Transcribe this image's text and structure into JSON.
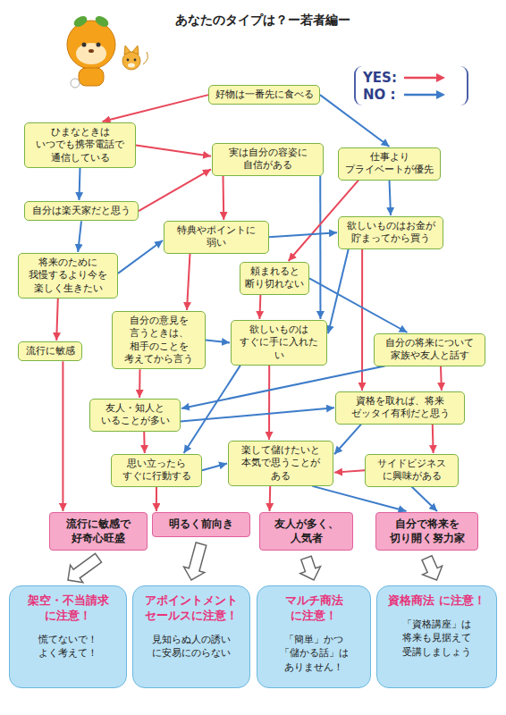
{
  "diagram": {
    "title": "あなたのタイプは？ー若者編ー",
    "nodes": [
      {
        "text": [
          "好物は一番先に食べる"
        ]
      },
      {
        "text": [
          "ひまなときは いつでも携帯電話で 通信している"
        ]
      },
      {
        "text": [
          "実は自分の容姿に 自信がある"
        ]
      },
      {
        "text": [
          "仕事より プライベートが優先"
        ]
      },
      {
        "text": [
          "自分は楽天家だと思う"
        ]
      },
      {
        "text": [
          "特典やポイントに 弱い"
        ]
      },
      {
        "text": [
          "欲しいものはお金が 貯まってから買う"
        ]
      },
      {
        "text": [
          "将来のために 我慢するより今を 楽しく生きたい"
        ]
      },
      {
        "text": [
          "頼まれると 断り切れない"
        ]
      },
      {
        "text": [
          "流行に敏感"
        ]
      },
      {
        "text": [
          "自分の意見を 言うときは、 相手のことを 考えてから言う"
        ]
      },
      {
        "text": [
          "欲しいものは すぐに手に入れたい"
        ]
      },
      {
        "text": [
          "自分の将来について 家族や友人と話す"
        ]
      },
      {
        "text": [
          "友人・知人と いることが多い"
        ]
      },
      {
        "text": [
          "資格を取れば、将来 ゼッタイ有利だと思う"
        ]
      },
      {
        "text": [
          "思い立ったら すぐに行動する"
        ]
      },
      {
        "text": [
          "楽して儲けたいと 本気で思うことが ある"
        ]
      },
      {
        "text": [
          "サイドビジネス に興味がある"
        ]
      },
      {
        "text": [
          "流行に敏感で 好奇心旺盛"
        ]
      },
      {
        "text": [
          "明るく前向き"
        ]
      },
      {
        "text": [
          "友人が多く、 人気者"
        ]
      },
      {
        "text": [
          "自分で将来を 切り開く努力家"
        ]
      },
      {
        "text": [
          "架空・不当請求 に注意！",
          "慌てないで！ よく考えて！"
        ]
      },
      {
        "text": [
          "アポイントメント セールスに注意！",
          "見知らぬ人の誘い に安易にのらない"
        ]
      },
      {
        "text": [
          "マルチ商法 に注意！",
          "「簡単」かつ 「儲かる話」は ありません！"
        ]
      },
      {
        "text": [
          "資格商法 に注意！",
          "「資格講座」は 将来も見据えて 受講しましょう"
        ]
      }
    ],
    "edges": [
      {
        "from": 0,
        "to": 1,
        "arrow": "to"
      },
      {
        "from": 0,
        "to": 3,
        "arrow": "to"
      },
      {
        "from": 1,
        "to": 2,
        "arrow": "to"
      },
      {
        "from": 1,
        "to": 4,
        "arrow": "to"
      },
      {
        "from": 2,
        "to": 5,
        "arrow": "to"
      },
      {
        "from": 2,
        "to": 11,
        "arrow": "to"
      },
      {
        "from": 3,
        "to": 8,
        "arrow": "to"
      },
      {
        "from": 3,
        "to": 6,
        "arrow": "to"
      },
      {
        "from": 4,
        "to": 2,
        "arrow": "to"
      },
      {
        "from": 4,
        "to": 7,
        "arrow": "to"
      },
      {
        "from": 5,
        "to": 6,
        "arrow": "to"
      },
      {
        "from": 5,
        "to": 10,
        "arrow": "to"
      },
      {
        "from": 6,
        "to": 11,
        "arrow": "to"
      },
      {
        "from": 6,
        "to": 14,
        "arrow": "to"
      },
      {
        "from": 7,
        "to": 9,
        "arrow": "to"
      },
      {
        "from": 7,
        "to": 5,
        "arrow": "to"
      },
      {
        "from": 8,
        "to": 12,
        "arrow": "to"
      },
      {
        "from": 8,
        "to": 11,
        "arrow": "to"
      },
      {
        "from": 9,
        "to": 18,
        "arrow": "to"
      },
      {
        "from": 10,
        "to": 13,
        "arrow": "to"
      },
      {
        "from": 10,
        "to": 11,
        "arrow": "to"
      },
      {
        "from": 11,
        "to": 16,
        "arrow": "to"
      },
      {
        "from": 11,
        "to": 15,
        "arrow": "to"
      },
      {
        "from": 12,
        "to": 13,
        "arrow": "to"
      },
      {
        "from": 12,
        "to": 14,
        "arrow": "to"
      },
      {
        "from": 13,
        "to": 15,
        "arrow": "to"
      },
      {
        "from": 13,
        "to": 14,
        "arrow": "to"
      },
      {
        "from": 14,
        "to": 17,
        "arrow": "to"
      },
      {
        "from": 14,
        "to": 16,
        "arrow": "to"
      },
      {
        "from": 15,
        "to": 19,
        "arrow": "to"
      },
      {
        "from": 15,
        "to": 16,
        "arrow": "to"
      },
      {
        "from": 16,
        "to": 20,
        "arrow": "to"
      },
      {
        "from": 16,
        "to": 21,
        "arrow": "to"
      },
      {
        "from": 17,
        "to": 16,
        "arrow": "to"
      },
      {
        "from": 17,
        "to": 21,
        "arrow": "to"
      },
      {
        "from": 18,
        "to": 22,
        "arrow": "to"
      },
      {
        "from": 19,
        "to": 23,
        "arrow": "to"
      },
      {
        "from": 20,
        "to": 24,
        "arrow": "to"
      },
      {
        "from": 21,
        "to": 25,
        "arrow": "to"
      }
    ],
    "legend": [
      {
        "text": "YES:",
        "color": "#e8475a"
      },
      {
        "text": "NO :",
        "color": "#3d7cc9"
      }
    ]
  }
}
